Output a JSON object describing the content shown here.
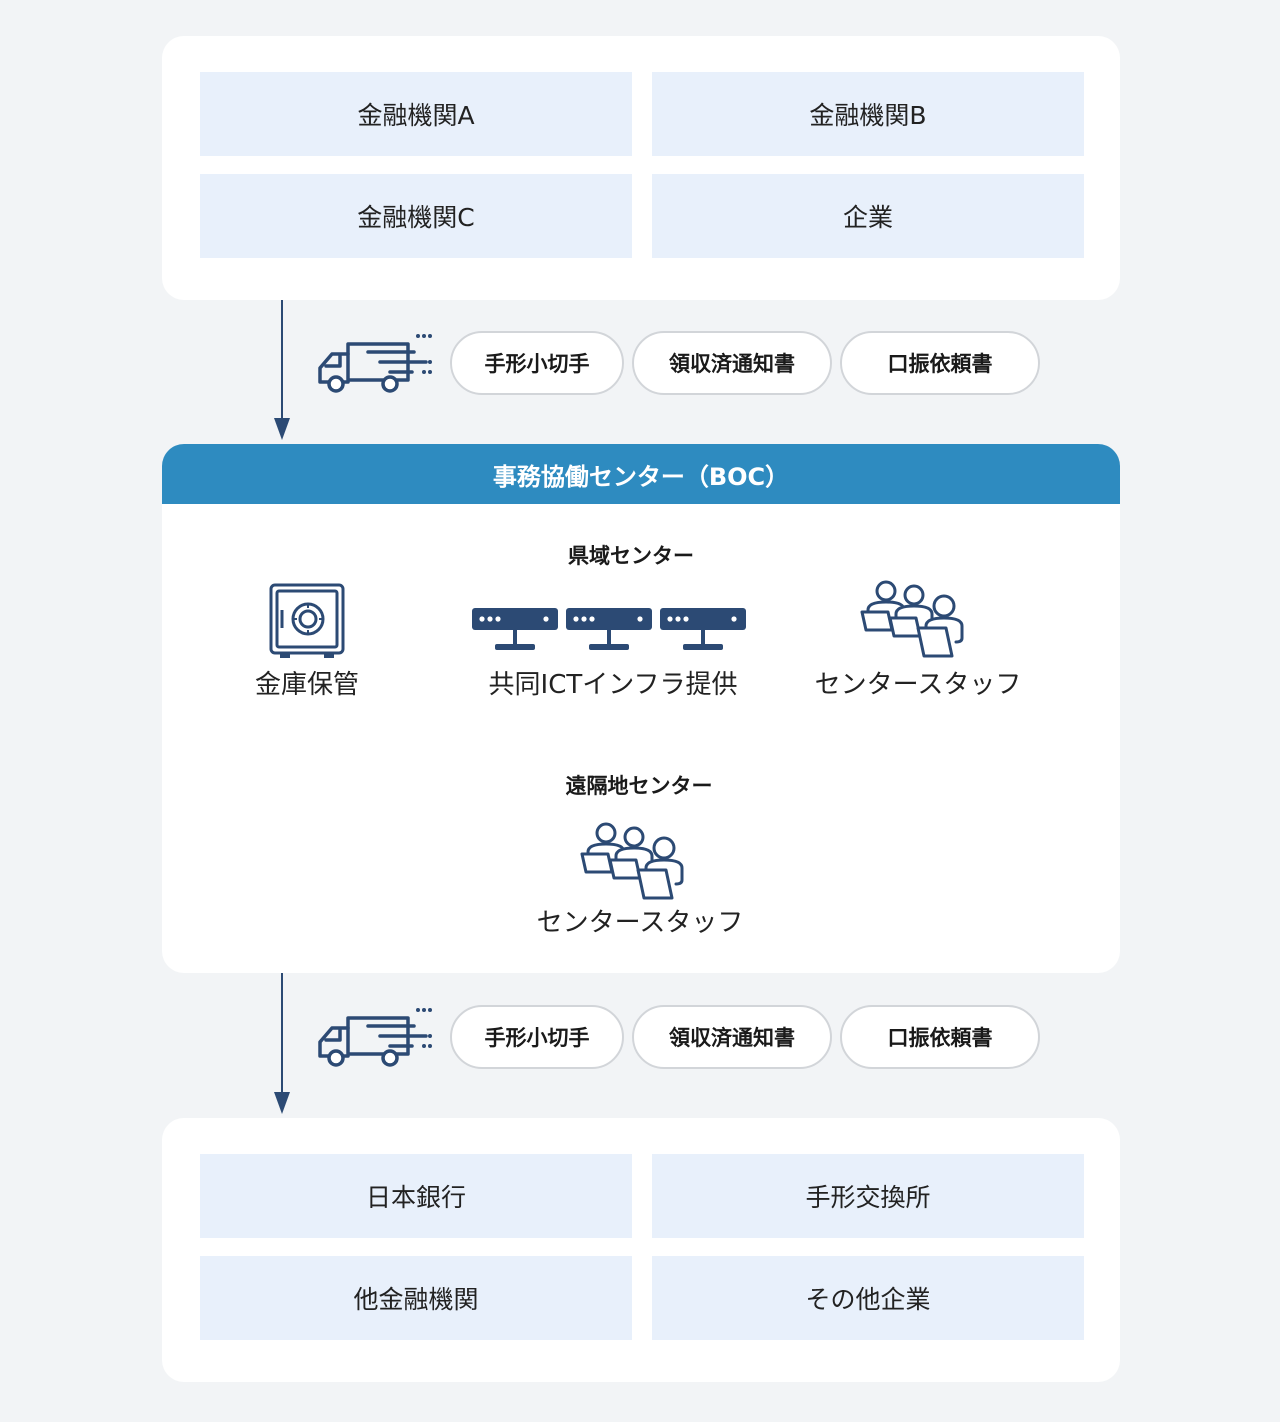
{
  "top_entities": [
    "金融機関A",
    "金融機関B",
    "金融機関C",
    "企業"
  ],
  "flow_top": {
    "icon": "delivery-truck-icon",
    "documents": [
      "手形小切手",
      "領収済通知書",
      "口振依頼書"
    ]
  },
  "boc": {
    "title": "事務協働センター（BOC）",
    "prefecture_center": {
      "title": "県域センター",
      "items": [
        {
          "icon": "safe-icon",
          "label": "金庫保管"
        },
        {
          "icon": "server-icon",
          "label": "共同ICTインフラ提供"
        },
        {
          "icon": "staff-group-icon",
          "label": "センタースタッフ"
        }
      ]
    },
    "remote_center": {
      "title": "遠隔地センター",
      "items": [
        {
          "icon": "staff-group-icon",
          "label": "センタースタッフ"
        }
      ]
    }
  },
  "flow_bottom": {
    "icon": "delivery-truck-icon",
    "documents": [
      "手形小切手",
      "領収済通知書",
      "口振依頼書"
    ]
  },
  "bottom_entities": [
    "日本銀行",
    "手形交換所",
    "他金融機関",
    "その他企業"
  ],
  "colors": {
    "page_bg": "#f2f4f6",
    "cell_bg": "#e8f0fb",
    "header_blue": "#2e8bc0",
    "icon_navy": "#2c4a74"
  }
}
